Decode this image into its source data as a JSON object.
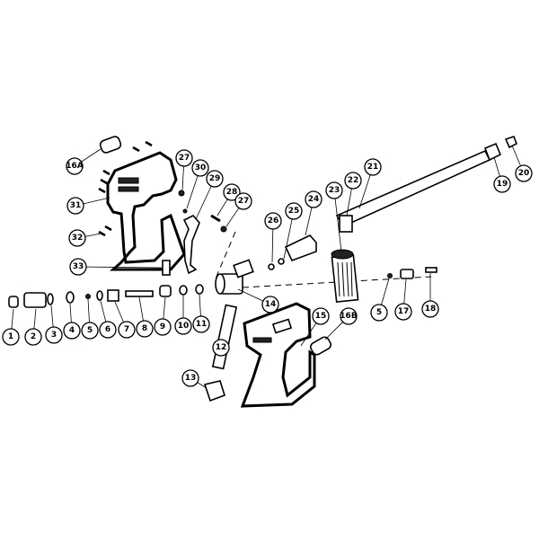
{
  "diagram": {
    "type": "exploded-parts-view",
    "callouts": [
      "16A",
      "31",
      "32",
      "33",
      "27",
      "30",
      "29",
      "28",
      "27",
      "26",
      "25",
      "24",
      "23",
      "22",
      "21",
      "19",
      "20",
      "1",
      "2",
      "3",
      "4",
      "5",
      "6",
      "7",
      "8",
      "9",
      "10",
      "11",
      "12",
      "13",
      "14",
      "15",
      "16B",
      "5",
      "17",
      "18"
    ],
    "line_color": "#000000",
    "background": "#ffffff"
  }
}
